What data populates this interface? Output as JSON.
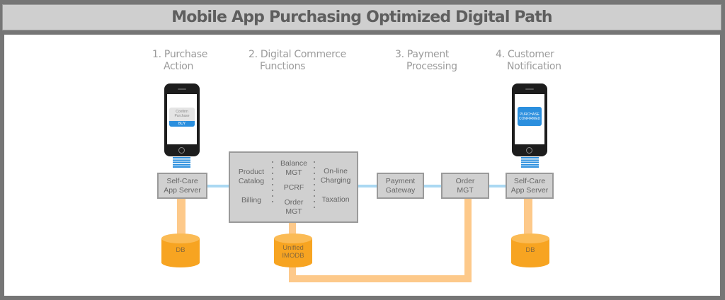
{
  "title": "Mobile App Purchasing Optimized Digital Path",
  "steps": [
    {
      "number": "1.",
      "line1": "Purchase",
      "line2": "Action"
    },
    {
      "number": "2.",
      "line1": "Digital Commerce",
      "line2": "Functions"
    },
    {
      "number": "3.",
      "line1": "Payment",
      "line2": "Processing"
    },
    {
      "number": "4.",
      "line1": "Customer",
      "line2": "Notification"
    }
  ],
  "phone_left": {
    "dialog_line1": "Confirm",
    "dialog_line2": "Purchase",
    "button": "BUY"
  },
  "phone_right": {
    "line1": "PURCHASE",
    "line2": "CONFIRMED"
  },
  "nodes": {
    "self_care_left": {
      "line1": "Self-Care",
      "line2": "App Server"
    },
    "commerce": {
      "col1": [
        "Product",
        "Catalog",
        "Billing"
      ],
      "col2": [
        "Balance",
        "MGT",
        "PCRF",
        "Order",
        "MGT"
      ],
      "col3": [
        "On-line",
        "Charging",
        "Taxation"
      ]
    },
    "payment_gateway": {
      "line1": "Payment",
      "line2": "Gateway"
    },
    "order_mgt": {
      "line1": "Order",
      "line2": "MGT"
    },
    "self_care_right": {
      "line1": "Self-Care",
      "line2": "App Server"
    }
  },
  "databases": {
    "db_left": {
      "label": "DB"
    },
    "imodb": {
      "line1": "Unified",
      "line2": "IMODB"
    },
    "db_right": {
      "label": "DB"
    }
  },
  "colors": {
    "frame": "#767676",
    "title_bg": "#cfcfcf",
    "node_bg": "#d0d0d0",
    "link_blue": "#aad8f2",
    "accent_blue": "#2b8fde",
    "db_orange": "#f7a421",
    "pipe_orange": "#fdc98a"
  }
}
